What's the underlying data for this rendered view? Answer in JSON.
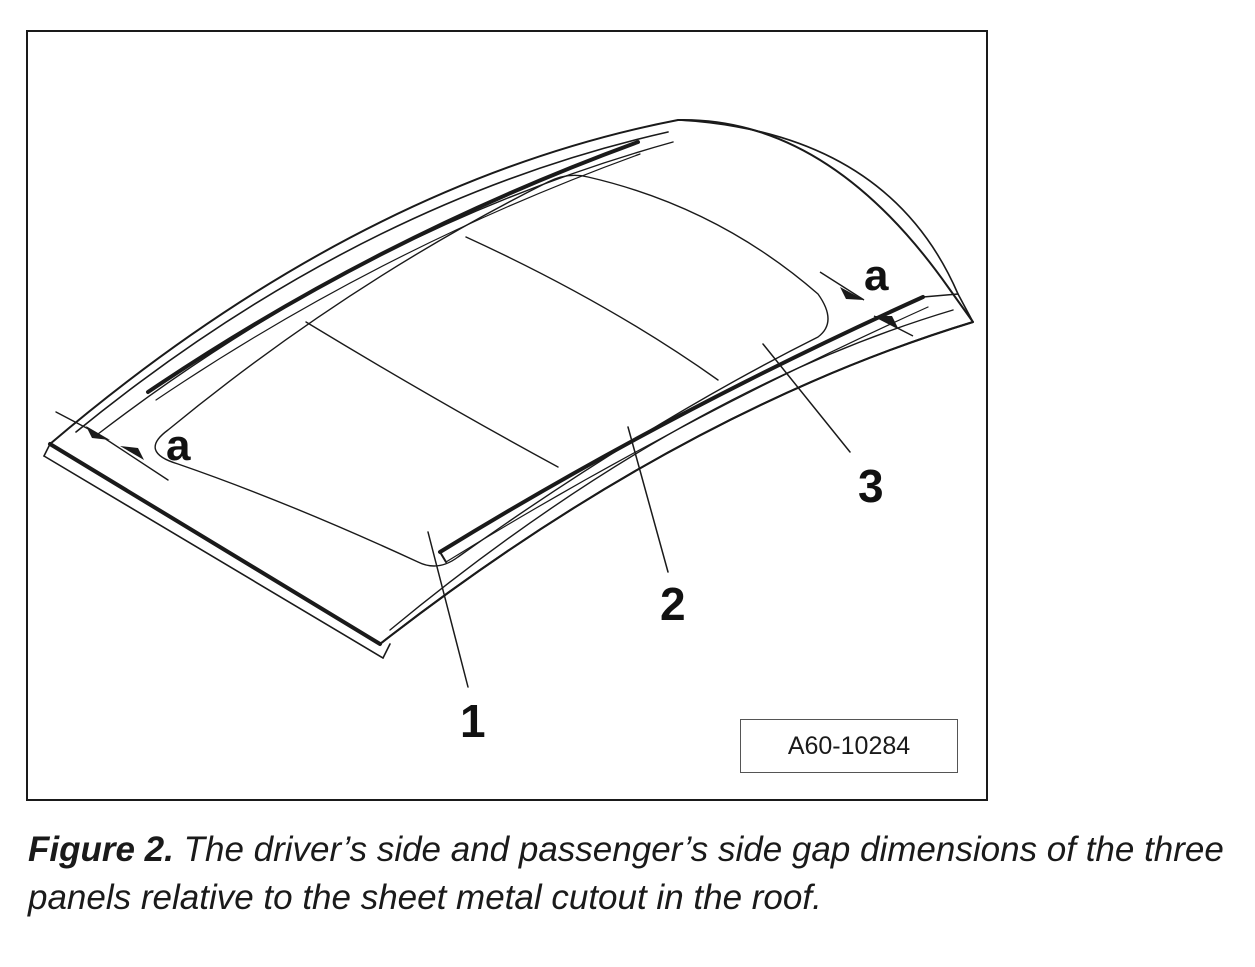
{
  "figure": {
    "callouts": {
      "panel_1": "1",
      "panel_2": "2",
      "panel_3": "3",
      "gap_left": "a",
      "gap_right": "a"
    },
    "reference_code": "A60-10284"
  },
  "caption": {
    "label": "Figure 2.",
    "text": " The driver’s side and passenger’s side gap dimensions of the three panels relative to the sheet metal cutout in the roof."
  },
  "colors": {
    "line": "#1a1a1a",
    "background": "#ffffff"
  }
}
